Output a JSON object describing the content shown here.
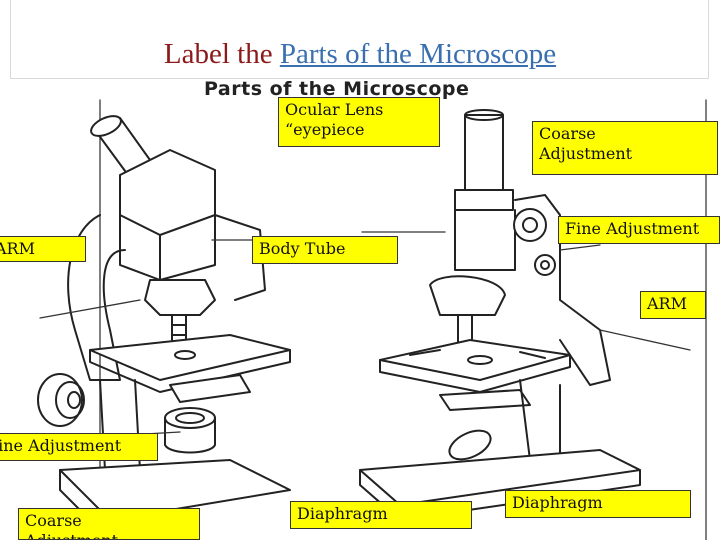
{
  "title": {
    "prefix": "Label the ",
    "link_text": "Parts of the Microscope"
  },
  "diagram_caption": "Parts of the Microscope",
  "labels": {
    "ocular_lens": "Ocular Lens\n“eyepiece",
    "coarse_adjustment_right": "Coarse\nAdjustment",
    "fine_adjustment_right": "Fine Adjustment",
    "arm_left": "ARM",
    "body_tube": "Body Tube",
    "arm_right": "ARM",
    "fine_adjustment_left": "Fine Adjustment",
    "coarse_adjustment_left": "Coarse\nAdjustment",
    "diaphragm_left": "Diaphragm",
    "diaphragm_right": "Diaphragm"
  },
  "colors": {
    "label_fill": "#ffff00",
    "title_text": "#8b1a1a",
    "title_link": "#3a6fb0"
  }
}
